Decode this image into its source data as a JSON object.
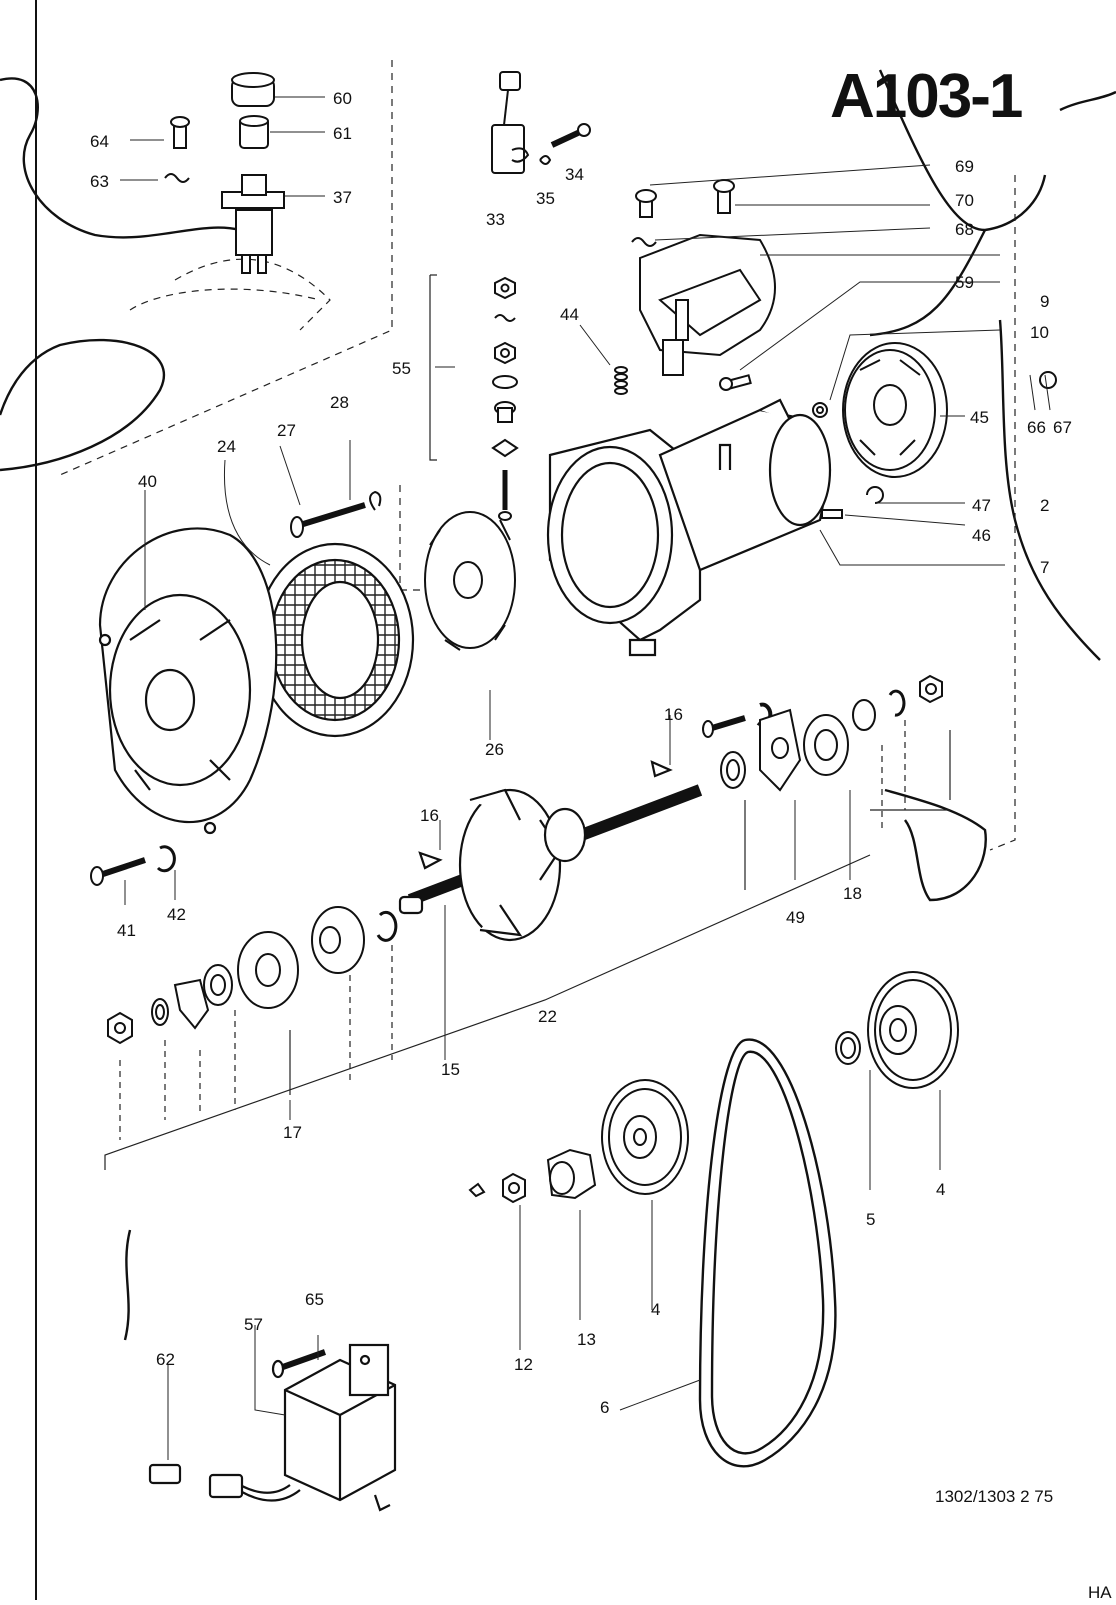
{
  "title": "A103-1",
  "footer_code": "1302/1303 2 75",
  "corner_mark": "HA",
  "part_numbers": {
    "n60": "60",
    "n61": "61",
    "n64": "64",
    "n63": "63",
    "n37": "37",
    "n33": "33",
    "n35": "35",
    "n34": "34",
    "n69": "69",
    "n70": "70",
    "n68": "68",
    "n59": "59",
    "n9": "9",
    "n10": "10",
    "n66": "66",
    "n67": "67",
    "n45": "45",
    "n47": "47",
    "n2": "2",
    "n46": "46",
    "n7": "7",
    "n55": "55",
    "n44": "44",
    "n28": "28",
    "n27": "27",
    "n24": "24",
    "n40": "40",
    "n26": "26",
    "n16a": "16",
    "n16b": "16",
    "n49": "49",
    "n18": "18",
    "n41": "41",
    "n42": "42",
    "n15": "15",
    "n22": "22",
    "n17": "17",
    "n4a": "4",
    "n4b": "4",
    "n5": "5",
    "n12": "12",
    "n13": "13",
    "n65": "65",
    "n57": "57",
    "n62": "62",
    "n6": "6"
  }
}
